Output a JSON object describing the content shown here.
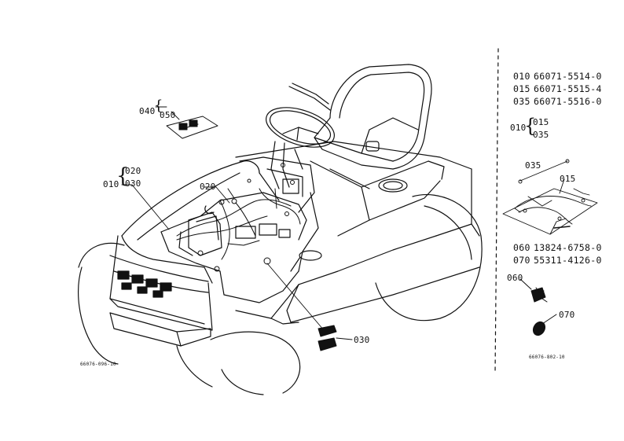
{
  "callouts": {
    "c040": "040",
    "c050": "050",
    "c010": "010",
    "c020_top": "020",
    "c030_top": "030",
    "c020_mid": "020",
    "c030_bottom": "030"
  },
  "drawing_code_left": "66076-096-10",
  "parts_list_top": [
    {
      "ref": "010",
      "part": "66071-5514-0"
    },
    {
      "ref": "015",
      "part": "66071-5515-4"
    },
    {
      "ref": "035",
      "part": "66071-5516-0"
    }
  ],
  "assembly_group": {
    "parent": "010",
    "children": [
      "015",
      "035"
    ]
  },
  "harness_callouts": {
    "c035": "035",
    "c015": "015"
  },
  "parts_list_bottom": [
    {
      "ref": "060",
      "part": "13824-6758-0"
    },
    {
      "ref": "070",
      "part": "55311-4126-0"
    }
  ],
  "small_part_callouts": {
    "c060": "060",
    "c070": "070"
  },
  "drawing_code_right": "66076-802-10"
}
